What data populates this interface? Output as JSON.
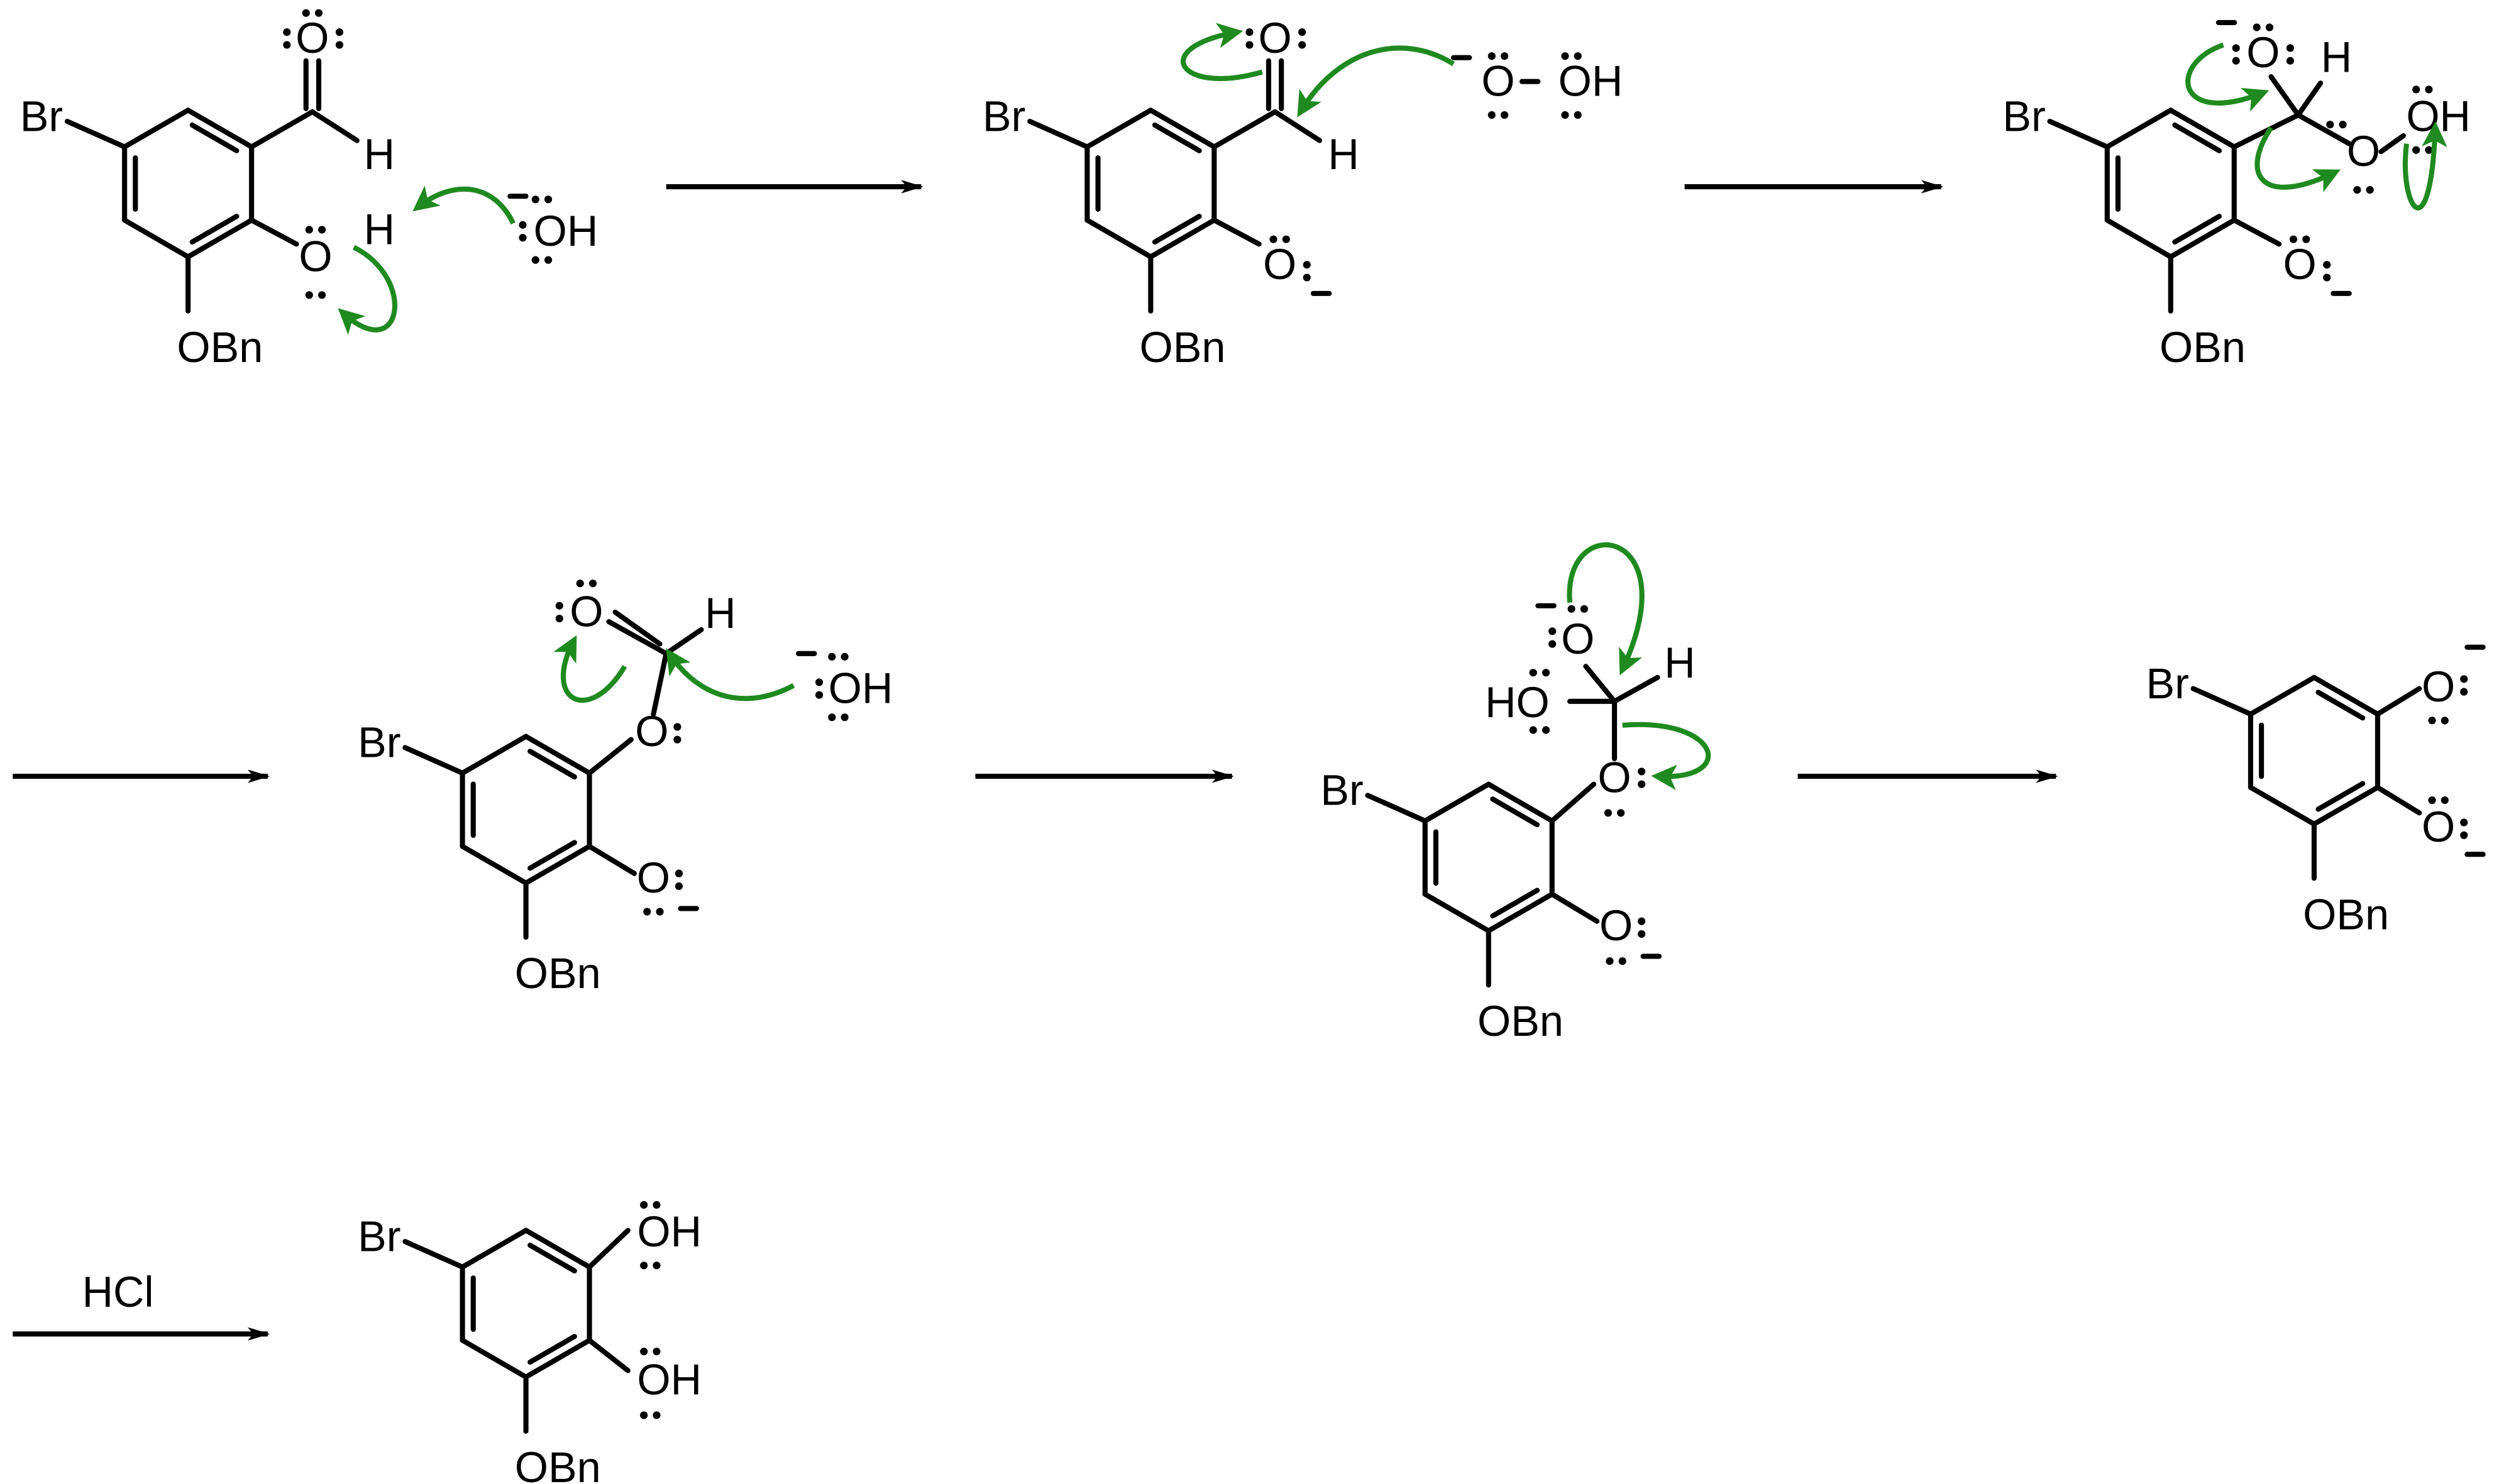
{
  "title": "",
  "colors": {
    "bonds": "#000000",
    "electron_push_arrows": "#1f8a1f"
  },
  "structures": [
    {
      "id": "s1",
      "labels": {
        "br": "Br",
        "o_carbonyl": "O",
        "h_ald": "H",
        "o_phenol": "O",
        "h_phenol": "H",
        "obn": "OBn",
        "reagent": "OH"
      }
    },
    {
      "id": "s2",
      "labels": {
        "br": "Br",
        "o_carbonyl": "O",
        "h_ald": "H",
        "o_phenoxide": "O",
        "obn": "OBn",
        "reagent_o": "O",
        "reagent_oh": "OH"
      }
    },
    {
      "id": "s3",
      "labels": {
        "br": "Br",
        "o_alkoxide": "O",
        "h": "H",
        "o_peroxy": "O",
        "oh": "OH",
        "o_phenoxide": "O",
        "obn": "OBn"
      }
    },
    {
      "id": "s4",
      "labels": {
        "br": "Br",
        "o_formyl": "O",
        "h": "H",
        "o_ester": "O",
        "o_phenoxide": "O",
        "obn": "OBn",
        "reagent": "OH"
      }
    },
    {
      "id": "s5",
      "labels": {
        "br": "Br",
        "o_alkoxide": "O",
        "h": "H",
        "ho": "HO",
        "o_ether": "O",
        "o_phenoxide": "O",
        "obn": "OBn"
      }
    },
    {
      "id": "s6",
      "labels": {
        "br": "Br",
        "o1": "O",
        "o2": "O",
        "obn": "OBn"
      }
    },
    {
      "id": "s7",
      "labels": {
        "br": "Br",
        "oh1": "OH",
        "oh2": "OH",
        "obn": "OBn"
      }
    }
  ],
  "arrows": [
    {
      "label": ""
    },
    {
      "label": ""
    },
    {
      "label": ""
    },
    {
      "label": ""
    },
    {
      "label": ""
    },
    {
      "label": "HCl"
    }
  ]
}
